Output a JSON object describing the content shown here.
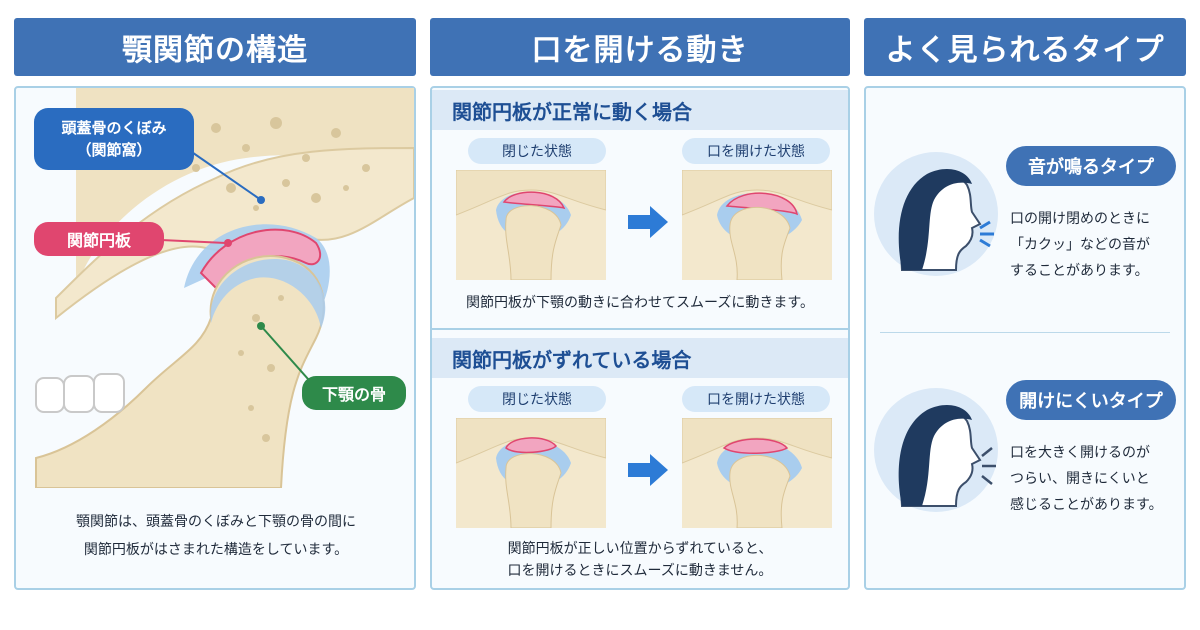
{
  "headers": {
    "structure": "顎関節の構造",
    "movement": "口を開ける動き",
    "types": "よく見られるタイプ"
  },
  "structure": {
    "label_fossa_line1": "頭蓋骨のくぼみ",
    "label_fossa_line2": "（関節窩）",
    "label_disc": "関節円板",
    "label_mandible": "下顎の骨",
    "caption_line1": "顎関節は、頭蓋骨のくぼみと下顎の骨の間に",
    "caption_line2": "関節円板がはさまれた構造をしています。"
  },
  "movement": {
    "normal": {
      "title": "関節円板が正常に動く場合",
      "closed": "閉じた状態",
      "open": "口を開けた状態",
      "caption": "関節円板が下顎の動きに合わせてスムーズに動きます。"
    },
    "displaced": {
      "title": "関節円板がずれている場合",
      "closed": "閉じた状態",
      "open": "口を開けた状態",
      "caption_line1": "関節円板が正しい位置からずれていると、",
      "caption_line2": "口を開けるときにスムーズに動きません。"
    }
  },
  "types": {
    "sound": {
      "badge": "音が鳴るタイプ",
      "line1": "口の開け閉めのときに",
      "line2": "「カクッ」などの音が",
      "line3": "することがあります。"
    },
    "hard": {
      "badge": "開けにくいタイプ",
      "line1": "口を大きく開けるのが",
      "line2": "つらい、開きにくいと",
      "line3": "感じることがあります。"
    }
  },
  "colors": {
    "header_blue": "#3f72b5",
    "bone": "#f2e6c9",
    "disc_pink": "#f2a5c0",
    "cartilage_blue": "#a9cdee",
    "label_blue": "#2a6cc0",
    "label_pink": "#e0466f",
    "label_green": "#2e8a4a",
    "arrow_blue": "#2d7bd6"
  }
}
